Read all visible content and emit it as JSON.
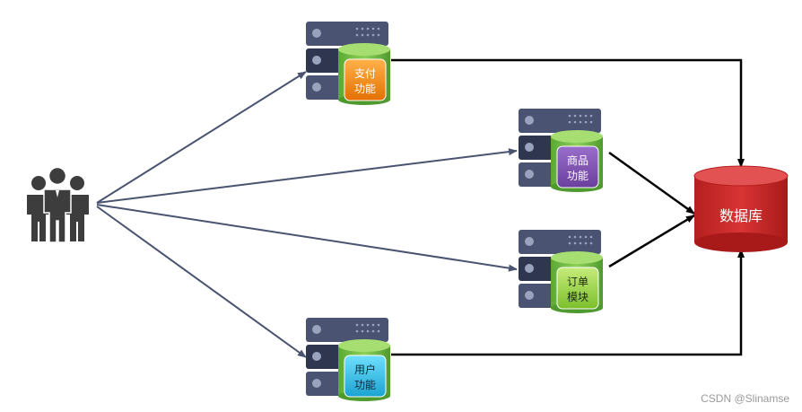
{
  "diagram": {
    "users": {
      "icon": "users-group-icon"
    },
    "servers": [
      {
        "id": "pay",
        "line1": "支付",
        "line2": "功能",
        "accent": "#f08a1e"
      },
      {
        "id": "goods",
        "line1": "商品",
        "line2": "功能",
        "accent": "#7b4fb0"
      },
      {
        "id": "order",
        "line1": "订单",
        "line2": "模块",
        "accent": "#8cc63f"
      },
      {
        "id": "user",
        "line1": "用户",
        "line2": "功能",
        "accent": "#2bb6e0"
      }
    ],
    "database": {
      "label": "数据库",
      "color": "#d12a2a"
    },
    "colors": {
      "server_body": "#3f4a66",
      "cylinder": "#7dc24b",
      "connector_user": "#4a5470",
      "connector_db": "#000000"
    }
  },
  "watermark": "CSDN @Slinamse"
}
